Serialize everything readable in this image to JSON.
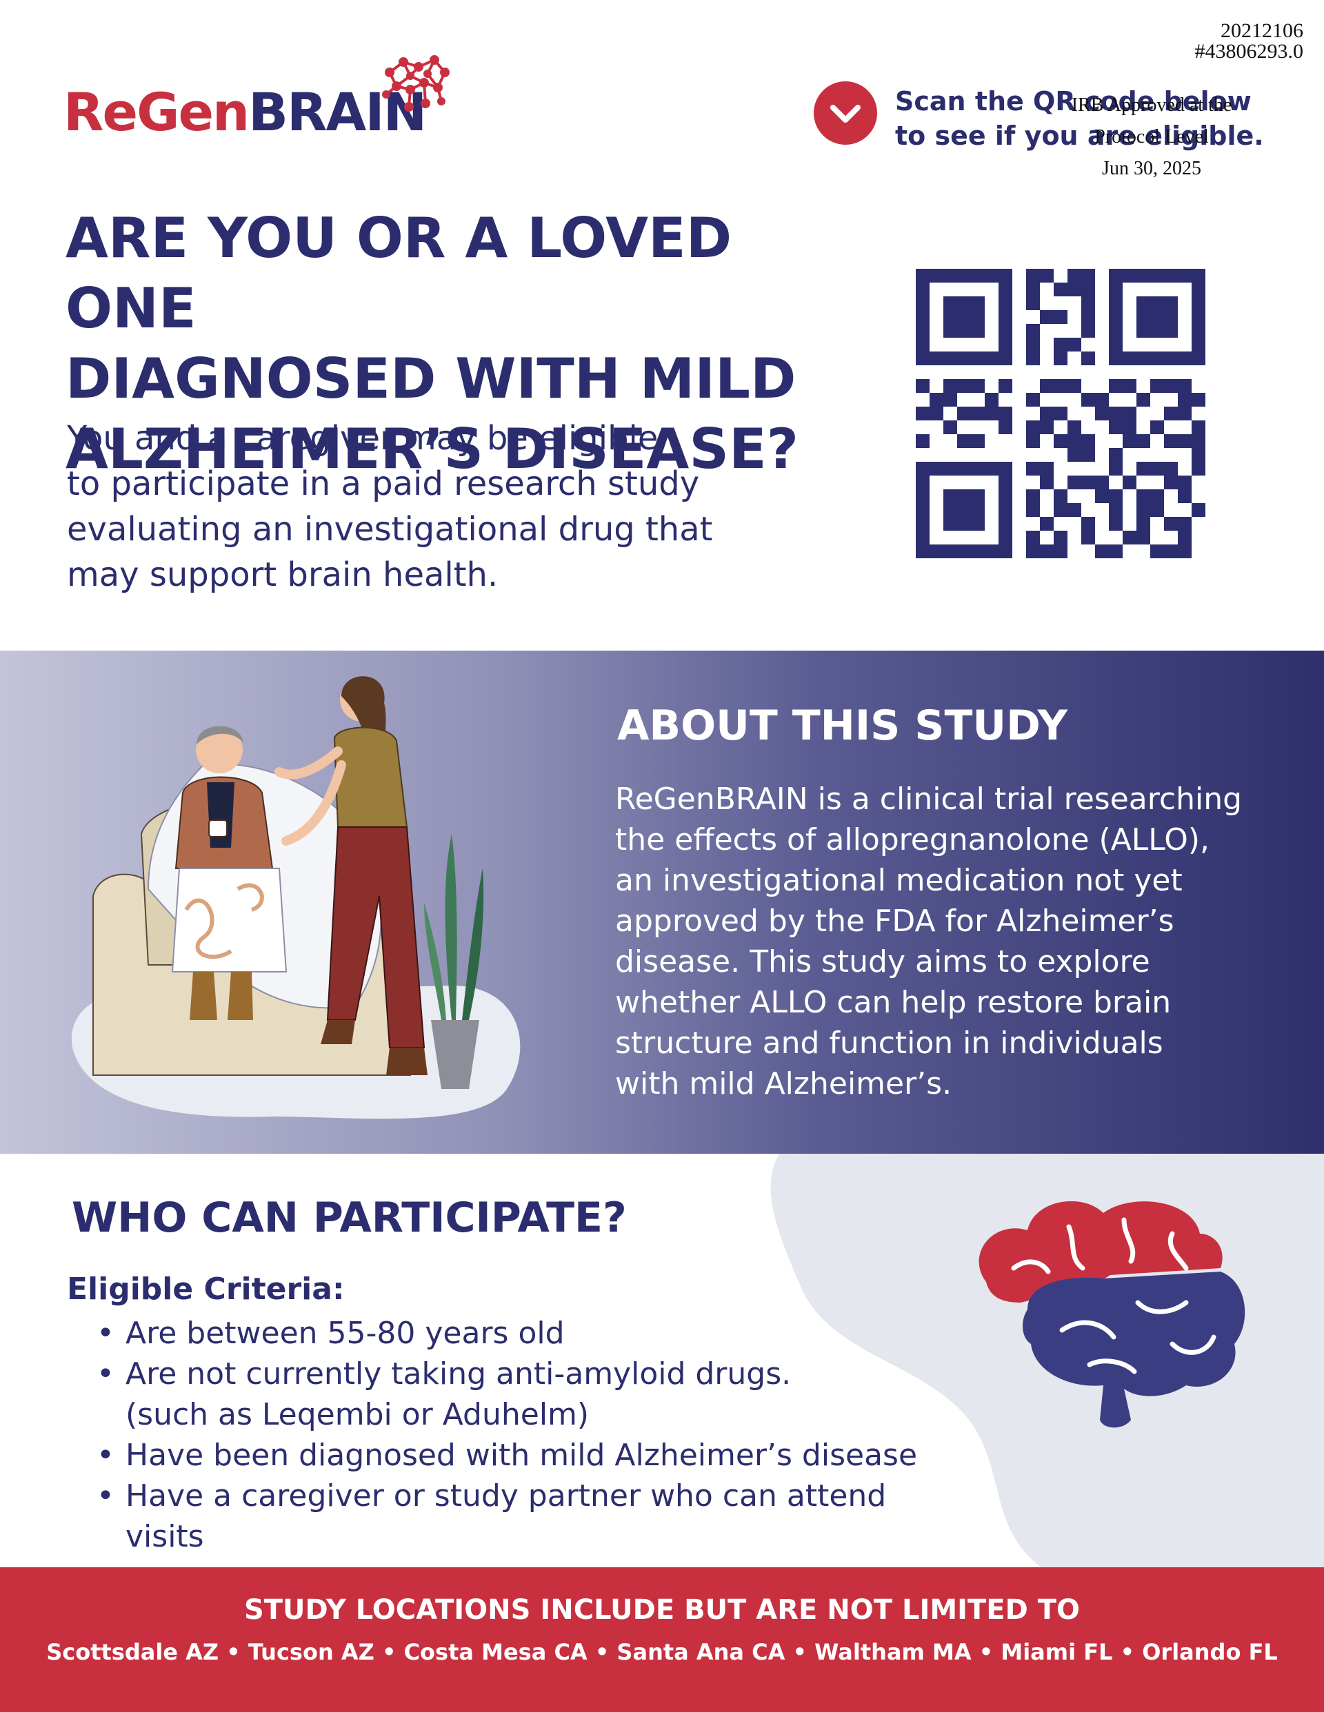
{
  "stamp": {
    "line1": "20212106",
    "line2": "#43806293.0"
  },
  "irb": {
    "line1": "IRB Approved at the",
    "line2": "Protocol Level",
    "line3": "Jun 30, 2025"
  },
  "logo": {
    "part1": "ReGen",
    "part2": "BRAIN"
  },
  "scan": {
    "line1": "Scan the QR code below",
    "line2": "to see if you are eligible."
  },
  "headline": {
    "line1": "ARE YOU OR A LOVED ONE",
    "line2": "DIAGNOSED WITH MILD",
    "line3": "ALZHEIMER’S DISEASE?"
  },
  "intro": {
    "line1": "You and a caregiver may be eligible",
    "line2": "to participate in a paid research study",
    "line3": "evaluating an investigational drug that",
    "line4": "may support brain health."
  },
  "about": {
    "title": "ABOUT THIS STUDY",
    "lines": [
      "ReGenBRAIN is a clinical trial researching",
      "the effects of allopregnanolone (ALLO),",
      "an investigational medication not yet",
      "approved by the FDA for Alzheimer’s",
      "disease. This study aims to explore",
      "whether ALLO can help restore brain",
      "structure and function in individuals",
      "with mild Alzheimer’s."
    ]
  },
  "participate": {
    "title": "WHO CAN PARTICIPATE?",
    "criteria_title": "Eligible Criteria:",
    "criteria": [
      "Are between 55-80 years old",
      "Are not currently taking anti-amyloid drugs.",
      "Have been diagnosed with mild Alzheimer’s disease",
      "Have a caregiver or study partner who can attend visits"
    ],
    "criteria_note": "(such as Leqembi or Aduhelm)"
  },
  "footer": {
    "title": "STUDY LOCATIONS INCLUDE BUT ARE NOT LIMITED TO",
    "locations": "Scottsdale AZ • Tucson AZ • Costa Mesa CA • Santa Ana CA • Waltham MA • Miami FL • Orlando FL"
  },
  "colors": {
    "brand_red": "#c8303f",
    "brand_navy": "#2b2d6e",
    "light_gray": "#e4e7ee"
  },
  "icons": {
    "scan": "chevron-down-icon",
    "logo_mark": "neural-network-icon",
    "brain": "brain-icon",
    "illustration": "caregiver-illustration"
  }
}
